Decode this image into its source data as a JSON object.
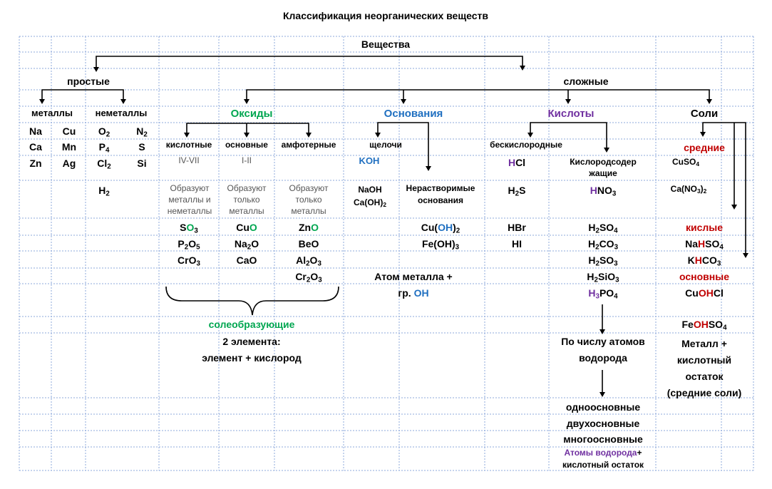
{
  "title": "Классификация неорганических веществ",
  "headers": {
    "substances": "Вещества",
    "simple": "простые",
    "complex": "сложные",
    "metals": "металлы",
    "nonmetals": "неметаллы",
    "oxides": "Оксиды",
    "bases": "Основания",
    "acids": "Кислоты",
    "salts": "Соли"
  },
  "metals": {
    "na": "Na",
    "cu": "Cu",
    "ca": "Ca",
    "mn": "Mn",
    "zn": "Zn",
    "ag": "Ag"
  },
  "nonmetals": {
    "o": "O",
    "o_sub": "2",
    "n": "N",
    "n_sub": "2",
    "p": "P",
    "p_sub": "4",
    "s": "S",
    "cl": "Cl",
    "cl_sub": "2",
    "si": "Si",
    "h": "H",
    "h_sub": "2"
  },
  "oxides": {
    "acidic": "кислотные",
    "basic": "основные",
    "amphoteric": "амфотерные",
    "acidic_val": "IV-VII",
    "basic_val": "I-II",
    "acidic_note": [
      "Образуют",
      "металлы и",
      "неметаллы"
    ],
    "basic_note": [
      "Образуют",
      "только",
      "металлы"
    ],
    "amph_note": [
      "Образуют",
      "только",
      "металлы"
    ],
    "salt_forming": "солеобразующие",
    "def1": "2 элемента:",
    "def2": "элемент + кислород"
  },
  "bases": {
    "alkali": "щелочи",
    "insoluble": "Нерастворимые",
    "insoluble2": "основания",
    "koh_k": "K",
    "koh_oh": "OH",
    "naoh": "NaOH",
    "caoh_a": "Ca(OH)",
    "caoh_sub": "2",
    "cuoh_a": "Cu(",
    "cuoh_oh": "OH",
    "cuoh_b": ")",
    "cuoh_sub": "2",
    "feoh_a": "Fe(OH)",
    "feoh_sub": "3",
    "def1": "Атом металла +",
    "def2_a": "гр. ",
    "def2_oh": "OH"
  },
  "acids": {
    "oxygenfree": "бескислородные",
    "oxygen1": "Кислородсодер",
    "oxygen2": "жащие",
    "hcl_h": "H",
    "hcl_cl": "Cl",
    "h2s": "H",
    "h2s_sub": "2",
    "h2s_s": "S",
    "hno3_h": "H",
    "hno3_n": "NO",
    "hno3_sub": "3",
    "hbr": "HBr",
    "hi": "HI",
    "h2so4": "H",
    "h2so4_sub": "2",
    "h2so4_so": "SO",
    "h2so4_sub2": "4",
    "h2co3": "H",
    "h2co3_sub": "2",
    "h2co3_co": "CO",
    "h2co3_sub2": "3",
    "h2so3": "H",
    "h2so3_sub": "2",
    "h2so3_so": "SO",
    "h2so3_sub2": "3",
    "h2sio3": "H",
    "h2sio3_sub": "2",
    "h2sio3_sio": "SiO",
    "h2sio3_sub2": "3",
    "h3po4": "H",
    "h3po4_sub": "3",
    "h3po4_po": "PO",
    "h3po4_sub2": "4",
    "by_h1": "По числу атомов",
    "by_h2": "водорода",
    "mono": "одноосновные",
    "di": "двухосновные",
    "poly": "многоосновные",
    "def_h": "Атомы водорода",
    "def_plus": "+",
    "def_rest": "кислотный остаток"
  },
  "salts": {
    "normal": "средние",
    "cuso4": "CuSO",
    "cuso4_sub": "4",
    "cano3": "Ca(NO",
    "cano3_sub": "3",
    "cano3_b": ")",
    "cano3_sub2": "2",
    "acidic": "кислые",
    "nahso4_na": "Na",
    "nahso4_h": "H",
    "nahso4_so": "SO",
    "nahso4_sub": "4",
    "khco3_k": "K",
    "khco3_h": "H",
    "khco3_co": "CO",
    "khco3_sub": "3",
    "basic": "основные",
    "cuohcl_cu": "Cu",
    "cuohcl_oh": "OH",
    "cuohcl_cl": "Cl",
    "feohso4_fe": "Fe",
    "feohso4_oh": "OH",
    "feohso4_so": "SO",
    "feohso4_sub": "4",
    "def1": "Металл +",
    "def2": "кислотный",
    "def3": "остаток",
    "def4": "(средние соли)"
  },
  "oxide_formulas": {
    "so3_s": "S",
    "so3_o": "O",
    "so3_sub": "3",
    "cuo_cu": "Cu",
    "cuo_o": "O",
    "zno_zn": "Zn",
    "zno_o": "O",
    "p2o5_p": "P",
    "p2o5_sub": "2",
    "p2o5_o": "O",
    "p2o5_sub2": "5",
    "na2o_na": "Na",
    "na2o_sub": "2",
    "na2o_o": "O",
    "beo": "BeO",
    "cro3": "CrO",
    "cro3_sub": "3",
    "cao": "CaO",
    "al2o3_al": "Al",
    "al2o3_sub": "2",
    "al2o3_o": "O",
    "al2o3_sub2": "3",
    "cr2o3_cr": "Cr",
    "cr2o3_sub": "2",
    "cr2o3_o": "O",
    "cr2o3_sub2": "3"
  },
  "colors": {
    "oxides": "#00a650",
    "bases": "#1f6fc0",
    "acids": "#7030a0",
    "salts_red": "#c00000",
    "grid": "#8ea9db"
  }
}
